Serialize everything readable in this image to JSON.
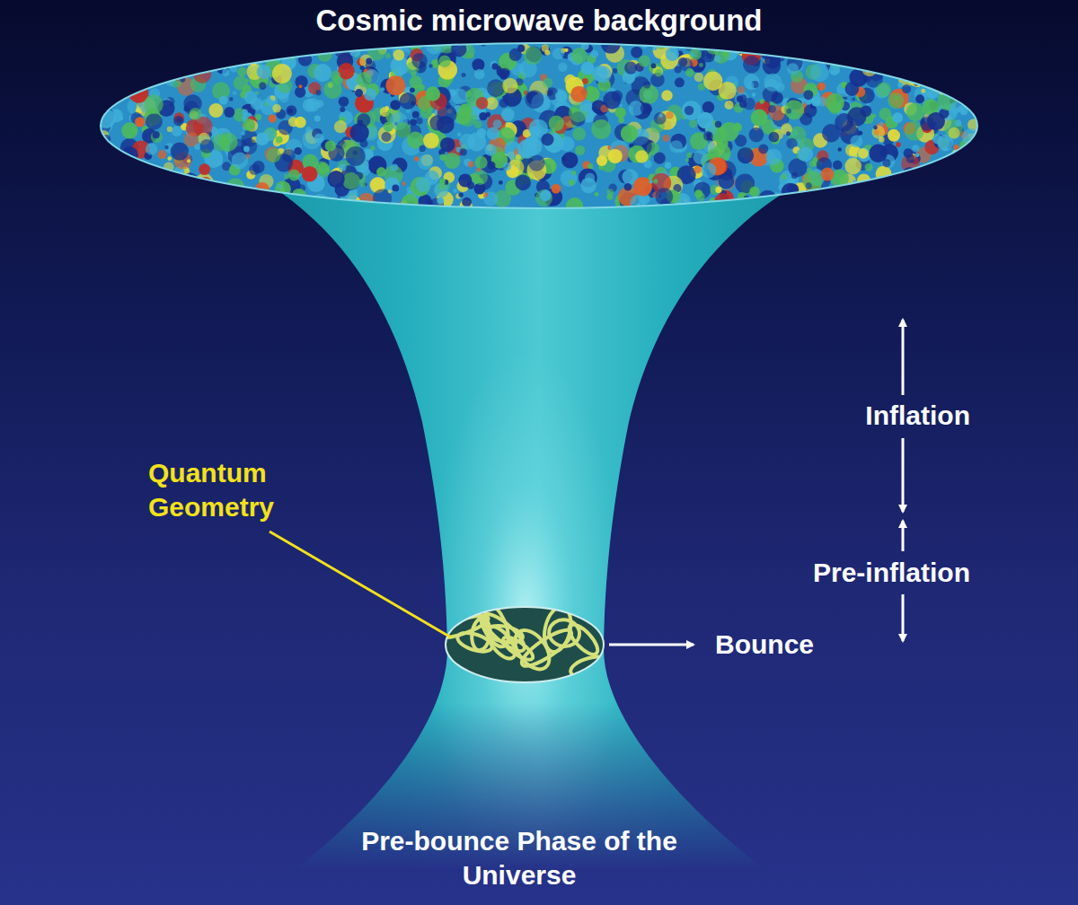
{
  "diagram": {
    "title": "Cosmic microwave background",
    "labels": [
      "Quantum Geometry",
      "Inflation",
      "Pre-inflation",
      "Bounce",
      "Pre-bounce Phase of the Universe"
    ]
  }
}
